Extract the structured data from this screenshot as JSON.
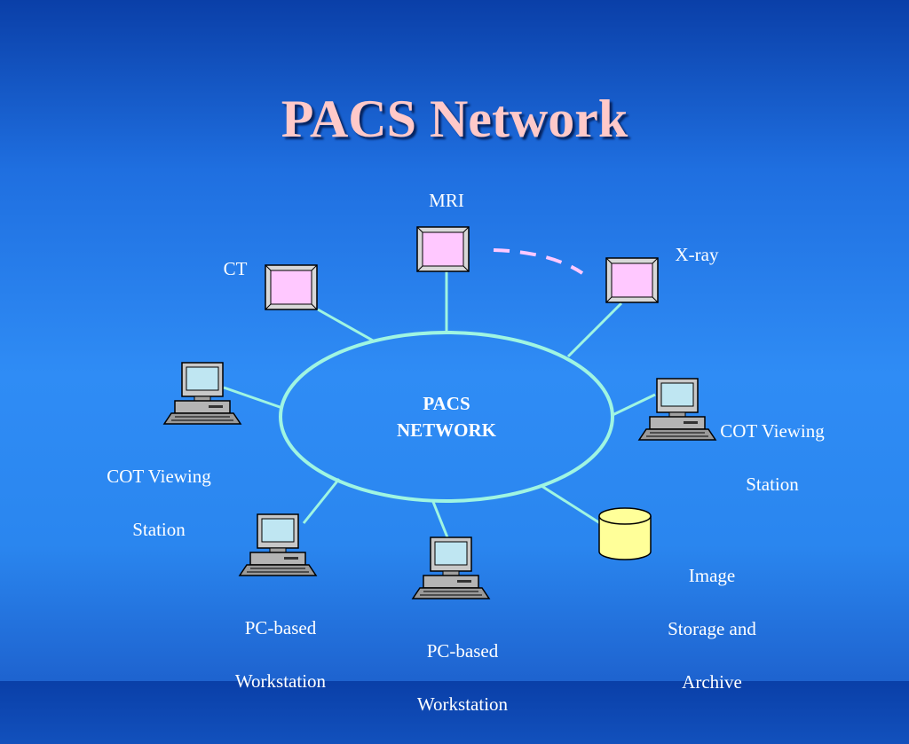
{
  "title": "PACS Network",
  "colors": {
    "link": "#9ff5e2",
    "modality_fill": "#ffc8ff",
    "storage_fill": "#ffff99",
    "dashed": "#ffc8ff"
  },
  "center": {
    "label_line1": "PACS",
    "label_line2": "NETWORK"
  },
  "nodes": {
    "mri": {
      "label": "MRI",
      "icon": "modality-box-icon"
    },
    "ct": {
      "label": "CT",
      "icon": "modality-box-icon"
    },
    "xray": {
      "label": "X-ray",
      "icon": "modality-box-icon"
    },
    "cot_left": {
      "label_line1": "COT Viewing",
      "label_line2": "Station",
      "icon": "computer-icon"
    },
    "cot_right": {
      "label_line1": "COT Viewing",
      "label_line2": "Station",
      "icon": "computer-icon"
    },
    "pc_left": {
      "label_line1": "PC-based",
      "label_line2": "Workstation",
      "icon": "computer-icon"
    },
    "pc_center": {
      "label_line1": "PC-based",
      "label_line2": "Workstation",
      "icon": "computer-icon"
    },
    "storage": {
      "label_line1": "Image",
      "label_line2": "Storage and",
      "label_line3": "Archive",
      "icon": "database-cylinder-icon"
    }
  }
}
